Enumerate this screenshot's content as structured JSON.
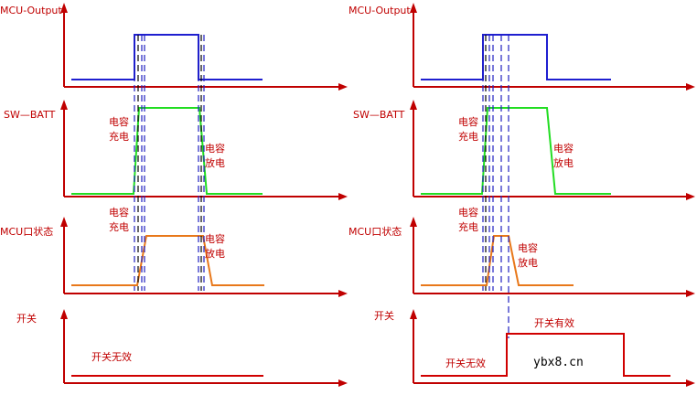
{
  "panels": {
    "left": {
      "row_labels": [
        "MCU-Output",
        "SW—BATT",
        "MCU口状态",
        "开关"
      ],
      "annotations": {
        "charge_1": [
          "电容",
          "充电"
        ],
        "discharge_1": [
          "电容",
          "放电"
        ],
        "charge_2": [
          "电容",
          "充电"
        ],
        "discharge_2": [
          "电容",
          "放电"
        ],
        "switch_state": "开关无效"
      }
    },
    "right": {
      "row_labels": [
        "MCU-Output",
        "SW—BATT",
        "MCU口状态",
        "开关"
      ],
      "annotations": {
        "charge_1": [
          "电容",
          "充电"
        ],
        "discharge_1": [
          "电容",
          "放电"
        ],
        "charge_2": [
          "电容",
          "充电"
        ],
        "discharge_2": [
          "电容",
          "放电"
        ],
        "switch_invalid": "开关无效",
        "switch_valid": "开关有效"
      }
    }
  },
  "watermark": "ybx8.cn",
  "colors": {
    "axis": "#c00000",
    "mcu_output": "#1f1fd0",
    "sw_batt": "#22dd22",
    "mcu_port": "#e8781a",
    "switch": "#d00000"
  }
}
